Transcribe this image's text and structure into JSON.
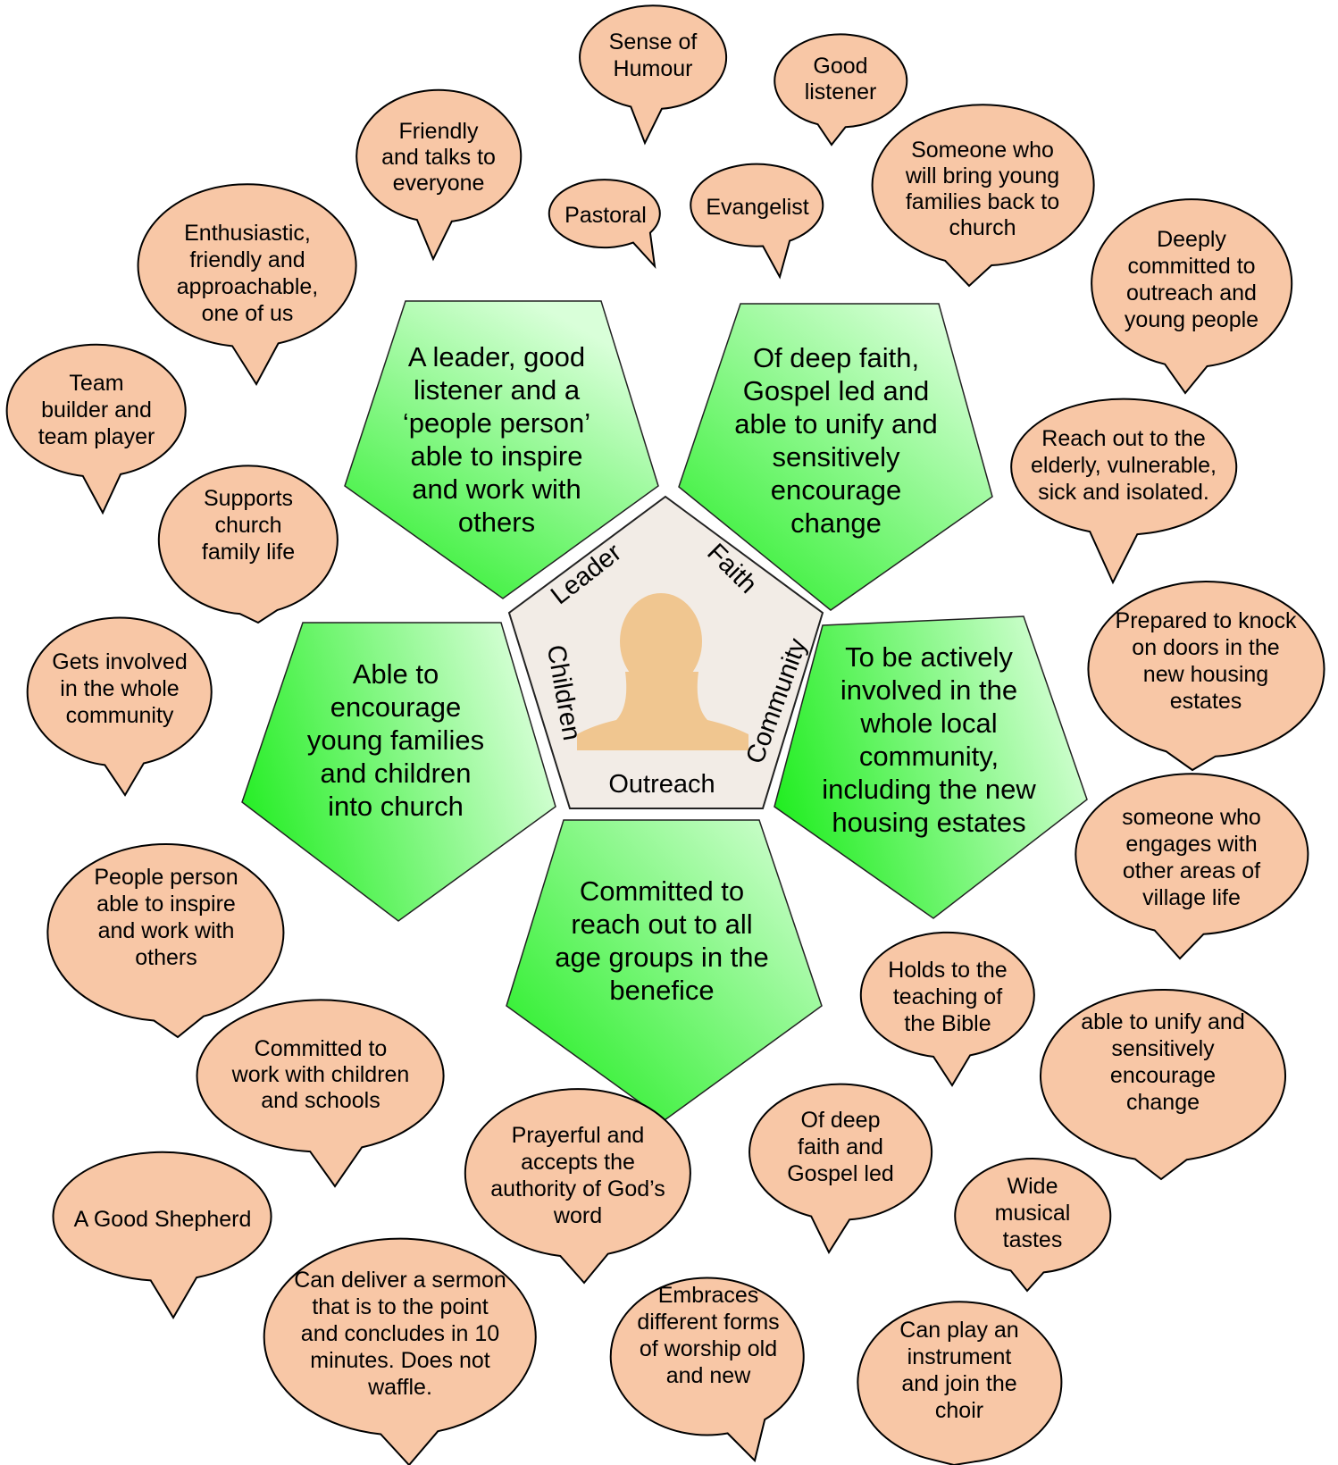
{
  "colors": {
    "bubble_fill": "#f8c7a6",
    "bubble_stroke": "#000000",
    "pentagon_green_light": "#d9ffd9",
    "pentagon_green_dark": "#22ee22",
    "center_fill": "#f2ece6",
    "head_fill": "#f0c690"
  },
  "center": {
    "icon": "person-silhouette-icon",
    "labels": {
      "leader": "Leader",
      "faith": "Faith",
      "community": "Community",
      "outreach": "Outreach",
      "children": "Children"
    }
  },
  "pentagons": {
    "leader": [
      "A leader, good",
      "listener and a",
      "‘people person’",
      "able to inspire",
      "and work with",
      "others"
    ],
    "faith": [
      "Of deep faith,",
      "Gospel led and",
      "able to unify and",
      "sensitively",
      "encourage",
      "change"
    ],
    "community": [
      "To be actively",
      "involved in the",
      "whole local",
      "community,",
      "including the new",
      "housing estates"
    ],
    "outreach": [
      "Committed to",
      "reach out to all",
      "age groups in the",
      "benefice"
    ],
    "children": [
      "Able to",
      "encourage",
      "young families",
      "and children",
      "into church"
    ]
  },
  "bubbles": {
    "sense_of_humour": [
      "Sense of",
      "Humour"
    ],
    "good_listener": [
      "Good",
      "listener"
    ],
    "friendly": [
      "Friendly",
      "and talks to",
      "everyone"
    ],
    "pastoral": [
      "Pastoral"
    ],
    "evangelist": [
      "Evangelist"
    ],
    "young_families": [
      "Someone who",
      "will bring young",
      "families back to",
      "church"
    ],
    "enthusiastic": [
      "Enthusiastic,",
      "friendly and",
      "approachable,",
      "one of us"
    ],
    "deeply_committed": [
      "Deeply",
      "committed to",
      "outreach and",
      "young people"
    ],
    "team_builder": [
      "Team",
      "builder and",
      "team player"
    ],
    "reach_elderly": [
      "Reach out to the",
      "elderly, vulnerable,",
      "sick and isolated."
    ],
    "supports_family": [
      "Supports",
      "church",
      "family life"
    ],
    "knock_doors": [
      "Prepared to knock",
      "on doors in the",
      "new housing",
      "estates"
    ],
    "whole_community": [
      "Gets involved",
      "in the whole",
      "community"
    ],
    "village_life": [
      "someone who",
      "engages with",
      "other areas of",
      "village life"
    ],
    "people_person": [
      "People person",
      "able to inspire",
      "and work with",
      "others"
    ],
    "bible_teaching": [
      "Holds to the",
      "teaching of",
      "the Bible"
    ],
    "children_schools": [
      "Committed to",
      "work with children",
      "and schools"
    ],
    "unify": [
      "able to unify and",
      "sensitively",
      "encourage",
      "change"
    ],
    "prayerful": [
      "Prayerful and",
      "accepts the",
      "authority of God’s",
      "word"
    ],
    "deep_faith": [
      "Of deep",
      "faith and",
      "Gospel led"
    ],
    "good_shepherd": [
      "A Good Shepherd"
    ],
    "musical": [
      "Wide",
      "musical",
      "tastes"
    ],
    "sermon": [
      "Can deliver a sermon",
      "that is to the point",
      "and concludes in 10",
      "minutes. Does not",
      "waffle."
    ],
    "worship": [
      "Embraces",
      "different forms",
      "of worship old",
      "and new"
    ],
    "instrument": [
      "Can play an",
      "instrument",
      "and join the",
      "choir"
    ]
  }
}
